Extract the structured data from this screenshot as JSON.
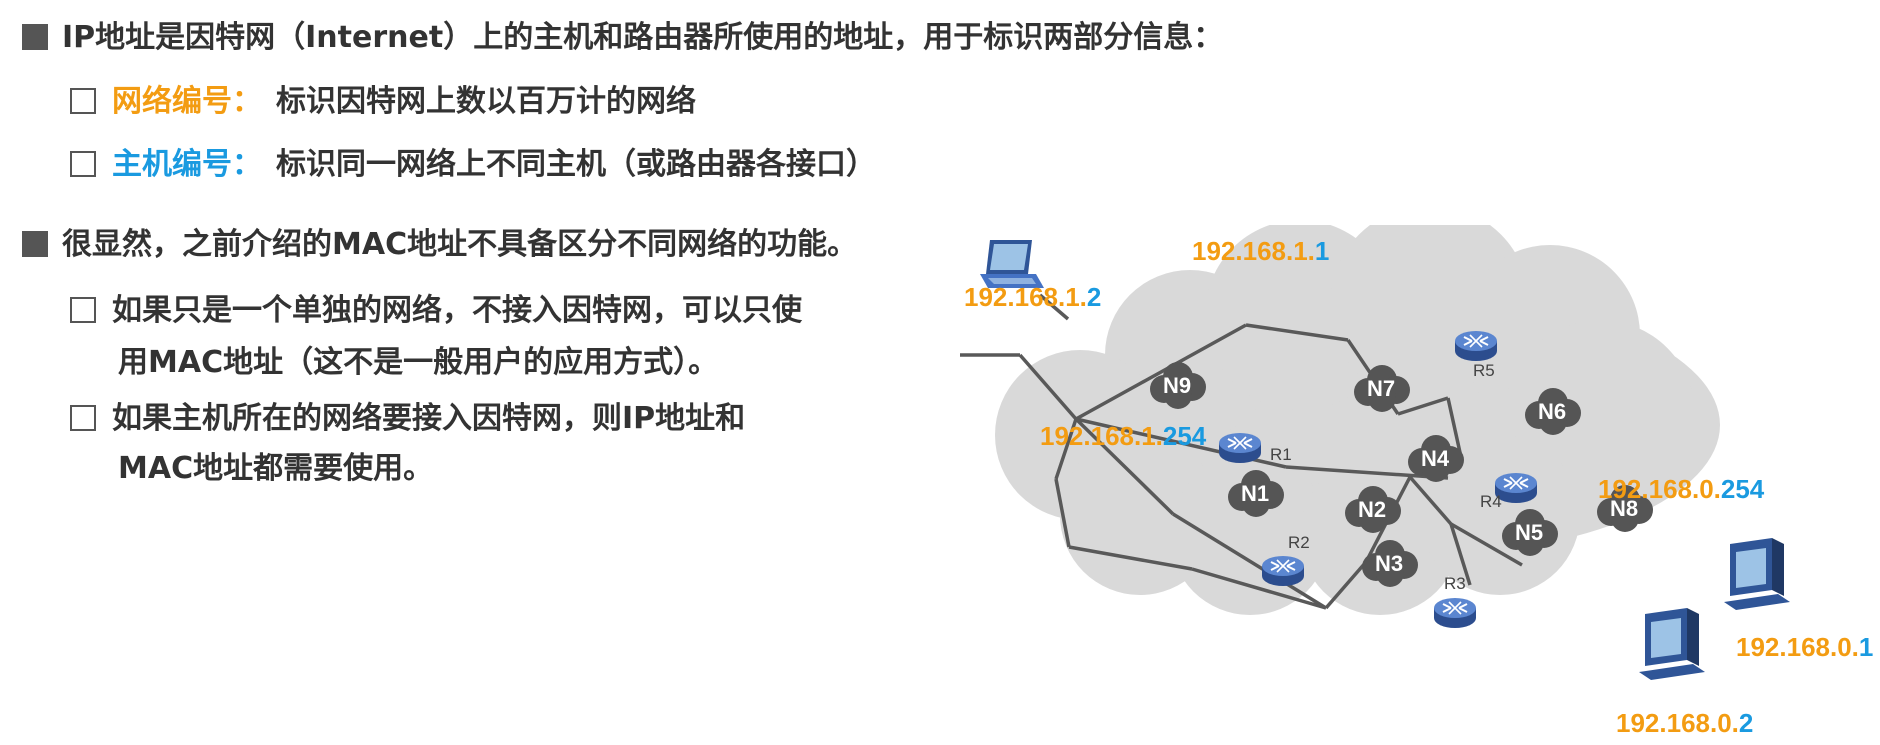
{
  "bullet1": {
    "text": "IP地址是因特网（Internet）上的主机和路由器所使用的地址，用于标识两部分信息："
  },
  "sub1": {
    "term": "网络编号：",
    "desc": "标识因特网上数以百万计的网络"
  },
  "sub2": {
    "term": "主机编号：",
    "desc": "标识同一网络上不同主机（或路由器各接口）"
  },
  "bullet2": {
    "text": "很显然，之前介绍的MAC地址不具备区分不同网络的功能。"
  },
  "sub3": {
    "line1": "如果只是一个单独的网络，不接入因特网，可以只使",
    "line2": "用MAC地址（这不是一般用户的应用方式）。"
  },
  "sub4": {
    "line1": "如果主机所在的网络要接入因特网，则IP地址和",
    "line2": "MAC地址都需要使用。"
  },
  "colors": {
    "network_part": "#f39c12",
    "host_part": "#1a9ae0",
    "text": "#333333",
    "cloud": "#d9d9d9",
    "node": "#555555"
  },
  "diagram": {
    "networks": [
      "N1",
      "N2",
      "N3",
      "N4",
      "N5",
      "N6",
      "N7",
      "N8",
      "N9"
    ],
    "routers": [
      "R1",
      "R2",
      "R3",
      "R4",
      "R5"
    ],
    "ips": {
      "laptop_top": {
        "net": "192.168.1.",
        "host": "1"
      },
      "laptop_left": {
        "net": "192.168.1.",
        "host": "2"
      },
      "r1_iface": {
        "net": "192.168.1.",
        "host": "254"
      },
      "r4_iface": {
        "net": "192.168.0.",
        "host": "254"
      },
      "pc_right": {
        "net": "192.168.0.",
        "host": "1"
      },
      "pc_bottom": {
        "net": "192.168.0.",
        "host": "2"
      }
    }
  }
}
